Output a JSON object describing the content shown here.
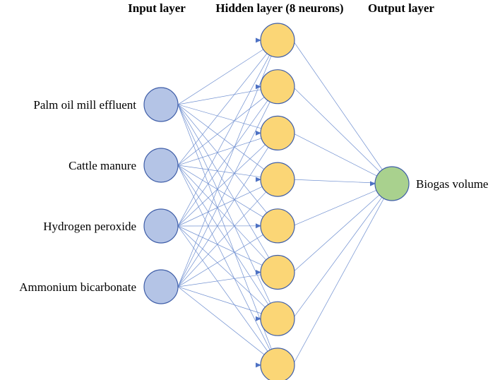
{
  "headers": {
    "input": "Input layer",
    "hidden": "Hidden layer (8 neurons)",
    "output": "Output layer"
  },
  "input_nodes": [
    {
      "label": "Palm oil mill effluent"
    },
    {
      "label": "Cattle manure"
    },
    {
      "label": "Hydrogen peroxide"
    },
    {
      "label": "Ammonium bicarbonate"
    }
  ],
  "hidden_count": 8,
  "output_nodes": [
    {
      "label": "Biogas volume"
    }
  ],
  "colors": {
    "input_fill": "#b4c4e6",
    "input_stroke": "#3f5ea8",
    "hidden_fill": "#fbd676",
    "hidden_stroke": "#3f5ea8",
    "output_fill": "#a9d18e",
    "output_stroke": "#3f5ea8",
    "edge": "#6f8fd0",
    "arrow": "#4e72c4"
  }
}
